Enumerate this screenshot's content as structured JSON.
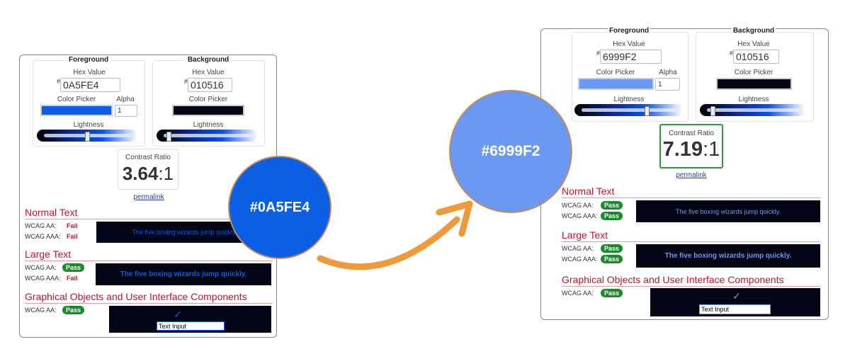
{
  "before": {
    "foreground_legend": "Foreground",
    "background_legend": "Background",
    "hex_label": "Hex Value",
    "hash": "#",
    "fg_hex": "0A5FE4",
    "bg_hex": "010516",
    "color_picker_label": "Color Picker",
    "alpha_label": "Alpha",
    "alpha": "1",
    "lightness_label": "Lightness",
    "fg_lightness_percent": 46,
    "bg_lightness_percent": 5,
    "fg_color": "#0A5FE4",
    "bg_color": "#010516",
    "contrast_label": "Contrast Ratio",
    "ratio": "3.64",
    "ratio_suffix": ":1",
    "permalink": "permalink",
    "normal_text": {
      "heading": "Normal Text",
      "aa_label": "WCAG AA:",
      "aa": "Fail",
      "aaa_label": "WCAG AAA:",
      "aaa": "Fail",
      "sample": "The five boxing wizards jump quickly."
    },
    "large_text": {
      "heading": "Large Text",
      "aa_label": "WCAG AA:",
      "aa": "Pass",
      "aaa_label": "WCAG AAA:",
      "aaa": "Fail",
      "sample": "The five boxing wizards jump quickly."
    },
    "graphical": {
      "heading": "Graphical Objects and User Interface Components",
      "aa_label": "WCAG AA:",
      "aa": "Pass",
      "check": "✓",
      "input_value": "Text Input"
    }
  },
  "after": {
    "foreground_legend": "Foreground",
    "background_legend": "Background",
    "hex_label": "Hex Value",
    "hash": "#",
    "fg_hex": "6999F2",
    "bg_hex": "010516",
    "color_picker_label": "Color Picker",
    "alpha_label": "Alpha",
    "alpha": "1",
    "lightness_label": "Lightness",
    "fg_lightness_percent": 72,
    "bg_lightness_percent": 5,
    "fg_color": "#6999F2",
    "bg_color": "#010516",
    "contrast_label": "Contrast Ratio",
    "ratio": "7.19",
    "ratio_suffix": ":1",
    "permalink": "permalink",
    "normal_text": {
      "heading": "Normal Text",
      "aa_label": "WCAG AA:",
      "aa": "Pass",
      "aaa_label": "WCAG AAA:",
      "aaa": "Pass",
      "sample": "The five boxing wizards jump quickly."
    },
    "large_text": {
      "heading": "Large Text",
      "aa_label": "WCAG AA:",
      "aa": "Pass",
      "aaa_label": "WCAG AAA:",
      "aaa": "Pass",
      "sample": "The five boxing wizards jump quickly."
    },
    "graphical": {
      "heading": "Graphical Objects and User Interface Components",
      "aa_label": "WCAG AA:",
      "aa": "Pass",
      "check": "✓",
      "input_value": "Text Input"
    }
  },
  "circle_before": {
    "label": "#0A5FE4",
    "color": "#0A5FE4"
  },
  "circle_after": {
    "label": "#6999F2",
    "color": "#6999F2"
  },
  "arrow_color": "#EE9A3A",
  "pass_color": "#1A8A2A",
  "fail_color": "#C8102E"
}
